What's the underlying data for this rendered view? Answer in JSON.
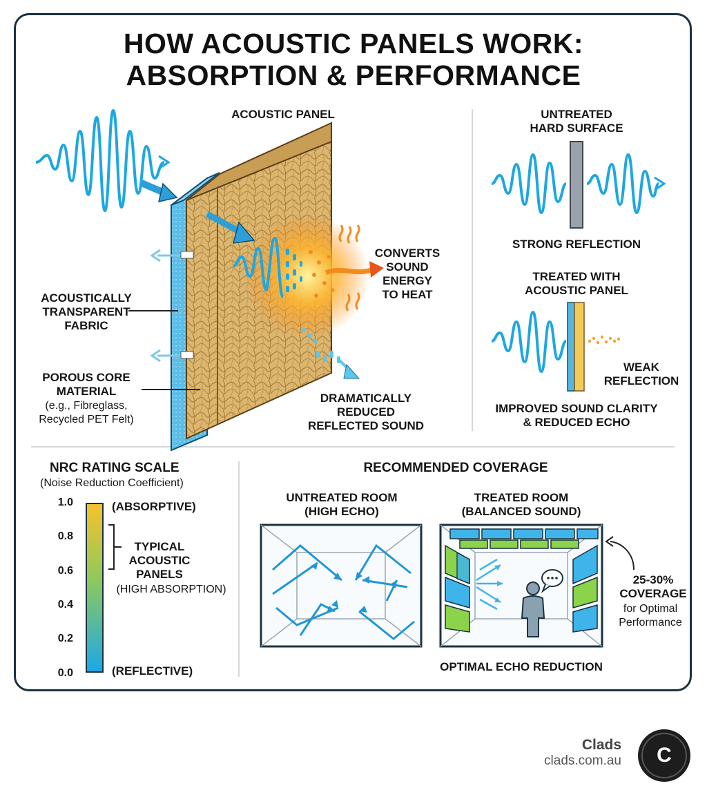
{
  "title": {
    "line1": "HOW ACOUSTIC PANELS WORK:",
    "line2": "ABSORPTION & PERFORMANCE"
  },
  "panel_section": {
    "heading": "ACOUSTIC PANEL",
    "fabric_label": [
      "ACOUSTICALLY",
      "TRANSPARENT",
      "FABRIC"
    ],
    "core_label": [
      "POROUS CORE",
      "MATERIAL"
    ],
    "core_example": [
      "(e.g., Fibreglass,",
      "Recycled PET Felt)"
    ],
    "heat_label": [
      "CONVERTS",
      "SOUND",
      "ENERGY",
      "TO HEAT"
    ],
    "reflected_label": [
      "DRAMATICALLY",
      "REDUCED",
      "REFLECTED SOUND"
    ]
  },
  "comparison": {
    "untreated_heading": [
      "UNTREATED",
      "HARD SURFACE"
    ],
    "untreated_result": "STRONG REFLECTION",
    "treated_heading": [
      "TREATED WITH",
      "ACOUSTIC PANEL"
    ],
    "treated_result": [
      "WEAK",
      "REFLECTION"
    ],
    "summary": [
      "IMPROVED SOUND CLARITY",
      "& REDUCED ECHO"
    ]
  },
  "nrc": {
    "heading": "NRC RATING SCALE",
    "subheading": "(Noise Reduction Coefficient)",
    "ticks": [
      "1.0",
      "0.8",
      "0.6",
      "0.4",
      "0.2",
      "0.0"
    ],
    "top_label": "(ABSORPTIVE)",
    "bottom_label": "(REFLECTIVE)",
    "typical_label": [
      "TYPICAL",
      "ACOUSTIC",
      "PANELS"
    ],
    "typical_note": "(HIGH ABSORPTION)",
    "typical_range": [
      0.6,
      0.85
    ]
  },
  "coverage": {
    "heading": "RECOMMENDED COVERAGE",
    "untreated_room": [
      "UNTREATED ROOM",
      "(HIGH ECHO)"
    ],
    "treated_room": [
      "TREATED ROOM",
      "(BALANCED SOUND)"
    ],
    "coverage_value": [
      "25-30%",
      "COVERAGE"
    ],
    "coverage_note": [
      "for Optimal",
      "Performance"
    ],
    "result": "OPTIMAL ECHO REDUCTION"
  },
  "brand": {
    "name": "Clads",
    "url": "clads.com.au",
    "logo_letter": "C"
  },
  "colors": {
    "wave": "#1ea7e1",
    "panel_core": "#d9b26a",
    "fabric": "#56b7e0",
    "heat": "#f28b1e",
    "green_panel": "#8bd34a",
    "outline": "#1b3140"
  }
}
